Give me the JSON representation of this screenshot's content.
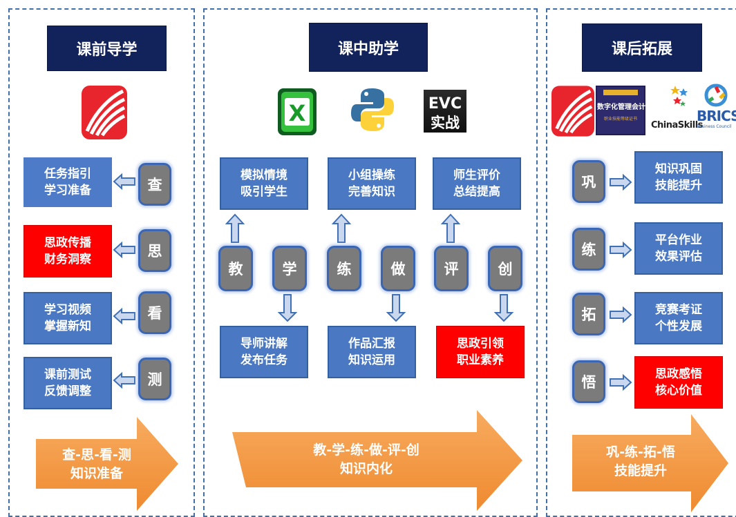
{
  "colors": {
    "navy": "#12225a",
    "blue": "#4a78c2",
    "red": "#ff0000",
    "grey": "#7b7b7b",
    "orange": "#f39a45"
  },
  "left": {
    "title": "课前导学",
    "app_logo": "learning-app-logo",
    "rows": [
      {
        "char": "查",
        "line1": "任务指引",
        "line2": "学习准备",
        "style": "blue"
      },
      {
        "char": "思",
        "line1": "思政传播",
        "line2": "财务洞察",
        "style": "red"
      },
      {
        "char": "看",
        "line1": "学习视频",
        "line2": "掌握新知",
        "style": "blue"
      },
      {
        "char": "测",
        "line1": "课前测试",
        "line2": "反馈调整",
        "style": "blue"
      }
    ],
    "arrow_line1": "查-思-看-测",
    "arrow_line2": "知识准备"
  },
  "middle": {
    "title": "课中助学",
    "logos": {
      "excel": "X",
      "evc_top": "EVC",
      "evc_bottom": "实战"
    },
    "top_boxes": [
      {
        "line1": "模拟情境",
        "line2": "吸引学生"
      },
      {
        "line1": "小组操练",
        "line2": "完善知识"
      },
      {
        "line1": "师生评价",
        "line2": "总结提高"
      }
    ],
    "chars": [
      "教",
      "学",
      "练",
      "做",
      "评",
      "创"
    ],
    "bottom_boxes": [
      {
        "line1": "导师讲解",
        "line2": "发布任务",
        "style": "blue"
      },
      {
        "line1": "作品汇报",
        "line2": "知识运用",
        "style": "blue"
      },
      {
        "line1": "思政引领",
        "line2": "职业素养",
        "style": "red"
      }
    ],
    "arrow_line1": "教-学-练-做-评-创",
    "arrow_line2": "知识内化"
  },
  "right": {
    "title": "课后拓展",
    "logos": {
      "cert_top": "数字化管理会计",
      "cert_sub": "职业技能等级证书",
      "chinaskills": "ChinaSkills",
      "brics": "BRICS",
      "brics_sub": "Business Council"
    },
    "rows": [
      {
        "char": "巩",
        "line1": "知识巩固",
        "line2": "技能提升",
        "style": "blue"
      },
      {
        "char": "练",
        "line1": "平台作业",
        "line2": "效果评估",
        "style": "blue"
      },
      {
        "char": "拓",
        "line1": "竞赛考证",
        "line2": "个性发展",
        "style": "blue"
      },
      {
        "char": "悟",
        "line1": "思政感悟",
        "line2": "核心价值",
        "style": "red"
      }
    ],
    "arrow_line1": "巩-练-拓-悟",
    "arrow_line2": "技能提升"
  }
}
